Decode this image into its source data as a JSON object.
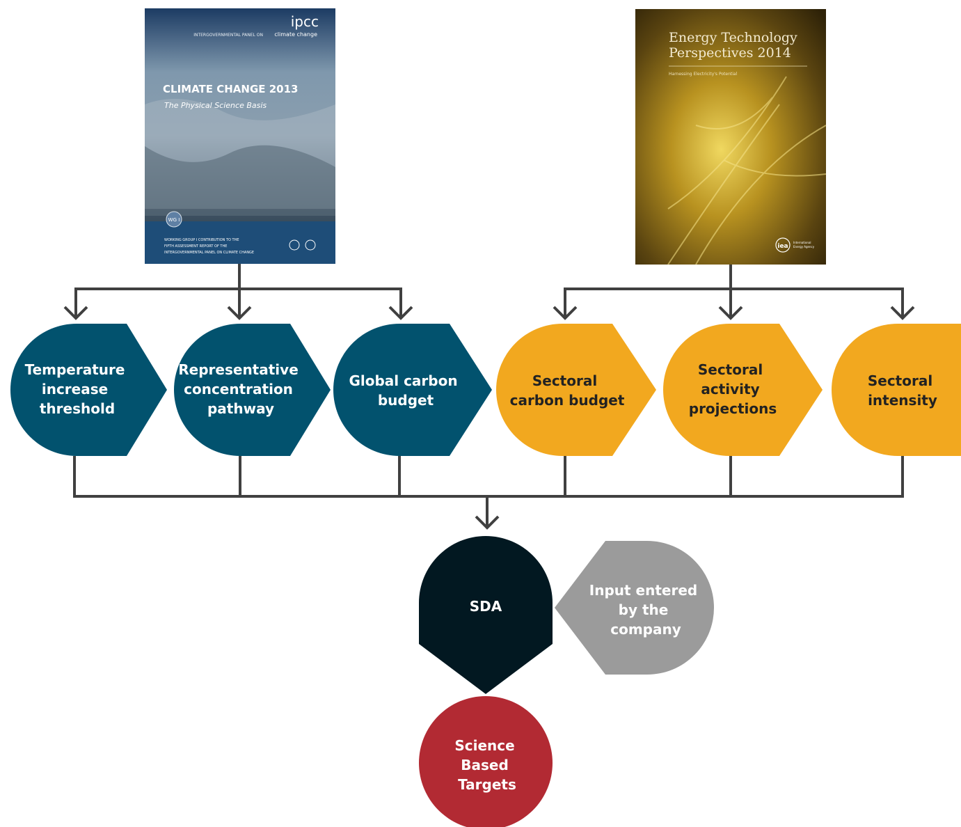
{
  "covers": {
    "ipcc": {
      "logo": "ipcc",
      "org": "INTERGOVERNMENTAL PANEL ON",
      "org_emph": "climate change",
      "title": "CLIMATE CHANGE 2013",
      "subtitle": "The Physical Science Basis",
      "badge": "WG I",
      "footer": [
        "WORKING GROUP I CONTRIBUTION TO THE",
        "FIFTH ASSESSMENT REPORT OF THE",
        "INTERGOVERNMENTAL PANEL ON CLIMATE CHANGE"
      ]
    },
    "iea": {
      "title": [
        "Energy Technology",
        "Perspectives 2014"
      ],
      "subtitle": "Harnessing Electricity's Potential",
      "logo": "iea",
      "org": [
        "International",
        "Energy Agency"
      ]
    }
  },
  "nodes": {
    "temperature": [
      "Temperature",
      "increase",
      "threshold"
    ],
    "rcp": [
      "Representative",
      "concentration",
      "pathway"
    ],
    "global_budget": [
      "Global carbon",
      "budget"
    ],
    "sector_budget": [
      "Sectoral",
      "carbon budget"
    ],
    "sector_activity": [
      "Sectoral",
      "activity",
      "projections"
    ],
    "sector_intensity": [
      "Sectoral",
      "intensity"
    ],
    "sda": [
      "SDA"
    ],
    "company_input": [
      "Input entered",
      "by the",
      "company"
    ],
    "sbt": [
      "Science",
      "Based",
      "Targets"
    ]
  },
  "colors": {
    "teal": "#02526E",
    "gold": "#F2A81F",
    "dark": "#021821",
    "gray": "#9B9B9B",
    "red": "#B22A33",
    "line": "#404040"
  }
}
